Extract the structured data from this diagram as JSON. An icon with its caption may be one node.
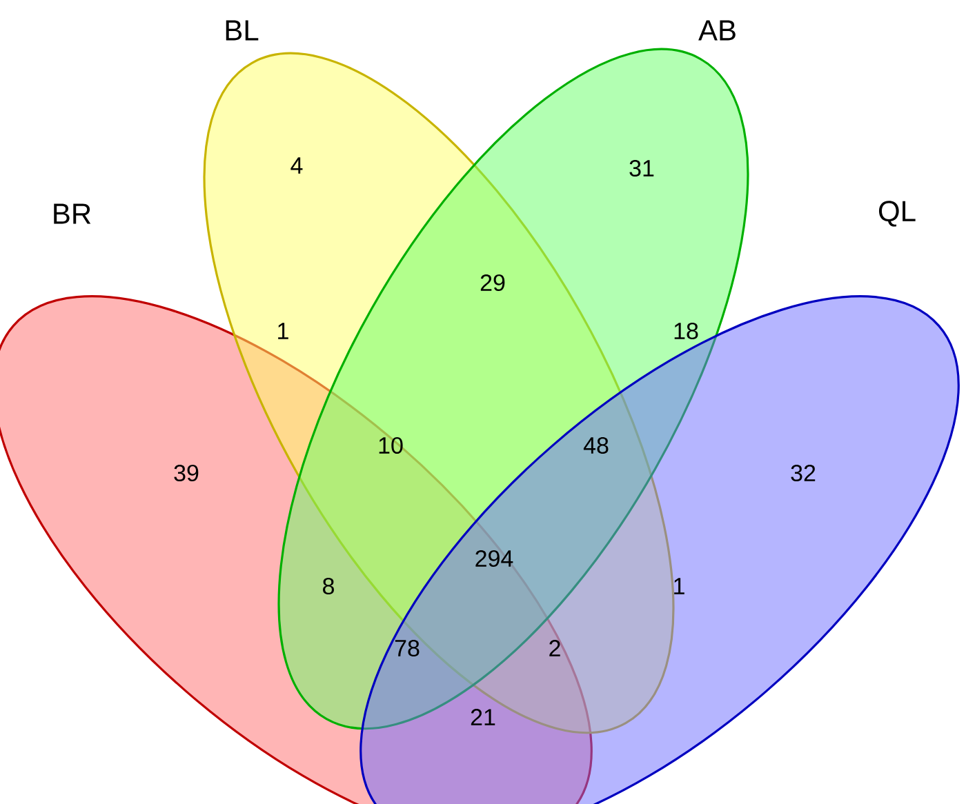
{
  "diagram": {
    "nodes": [
      {
        "text": [
          "BR"
        ]
      },
      {
        "text": [
          "BL"
        ]
      },
      {
        "text": [
          "AB"
        ]
      },
      {
        "text": [
          "QL"
        ]
      }
    ],
    "labels": [
      "4",
      "31",
      "29",
      "1",
      "18",
      "39",
      "10",
      "48",
      "32",
      "8",
      "294",
      "1",
      "78",
      "2",
      "21"
    ]
  }
}
